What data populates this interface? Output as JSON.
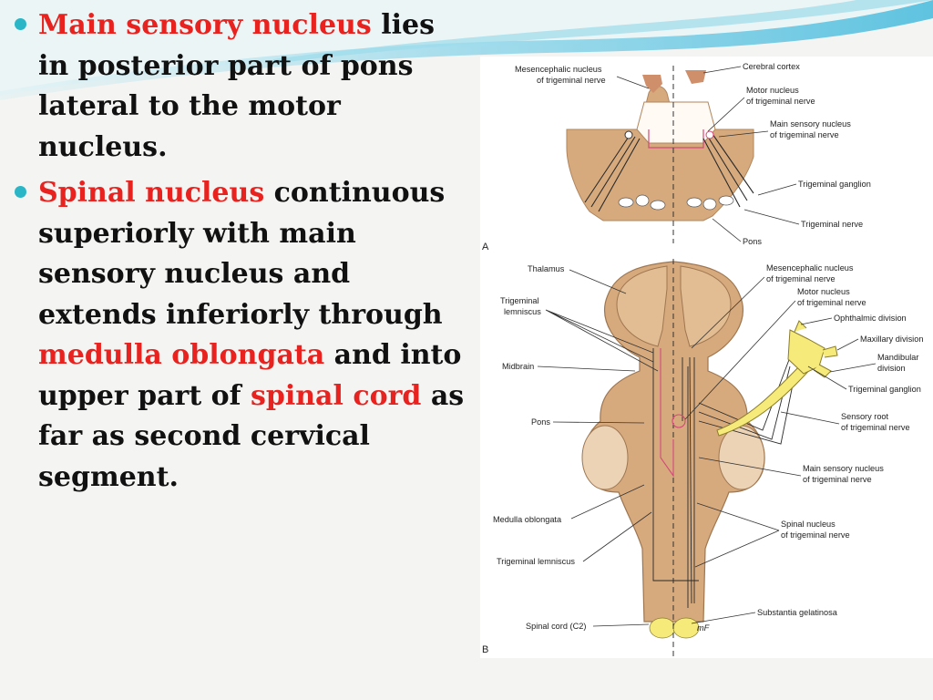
{
  "bullets": [
    {
      "parts": [
        {
          "text": "Main sensory nucleus",
          "highlight": true
        },
        {
          "text": " lies in posterior part of pons lateral to the motor nucleus.",
          "highlight": false
        }
      ]
    },
    {
      "parts": [
        {
          "text": "Spinal nucleus",
          "highlight": true
        },
        {
          "text": " continuous superiorly with main sensory nucleus and extends inferiorly through ",
          "highlight": false
        },
        {
          "text": "medulla oblongata",
          "highlight": true
        },
        {
          "text": " and into  upper part of ",
          "highlight": false
        },
        {
          "text": "spinal cord",
          "highlight": true
        },
        {
          "text": " as far as second cervical segment.",
          "highlight": false
        }
      ]
    }
  ],
  "colors": {
    "highlight": "#e8231f",
    "bullet": "#2bb6c7",
    "tissue": "#d7aa7e",
    "ganglion": "#f5ea7a"
  },
  "figure": {
    "panel_a": {
      "letter": "A",
      "labels": {
        "mesencephalic_1": "Mesencephalic nucleus",
        "mesencephalic_2": "of trigeminal nerve",
        "cerebral_cortex": "Cerebral cortex",
        "motor_1": "Motor nucleus",
        "motor_2": "of trigeminal nerve",
        "main_sensory_1": "Main sensory nucleus",
        "main_sensory_2": "of trigeminal nerve",
        "trigeminal_ganglion": "Trigeminal ganglion",
        "trigeminal_nerve": "Trigeminal nerve",
        "pons": "Pons"
      }
    },
    "panel_b": {
      "letter": "B",
      "labels": {
        "thalamus": "Thalamus",
        "trig_lemniscus_1": "Trigeminal",
        "trig_lemniscus_2": "lemniscus",
        "midbrain": "Midbrain",
        "pons": "Pons",
        "medulla": "Medulla oblongata",
        "trig_lemniscus_low": "Trigeminal lemniscus",
        "spinal_cord": "Spinal cord (C2)",
        "mesencephalic_1": "Mesencephalic nucleus",
        "mesencephalic_2": "of trigeminal nerve",
        "motor_1": "Motor nucleus",
        "motor_2": "of trigeminal nerve",
        "ophthalmic": "Ophthalmic division",
        "maxillary": "Maxillary division",
        "mandibular_1": "Mandibular",
        "mandibular_2": "division",
        "trigeminal_ganglion": "Trigeminal ganglion",
        "sensory_root_1": "Sensory root",
        "sensory_root_2": "of trigeminal nerve",
        "main_sensory_1": "Main sensory nucleus",
        "main_sensory_2": "of trigeminal nerve",
        "spinal_nucleus_1": "Spinal nucleus",
        "spinal_nucleus_2": "of trigeminal nerve",
        "substantia": "Substantia gelatinosa",
        "signature": "mF"
      }
    }
  }
}
